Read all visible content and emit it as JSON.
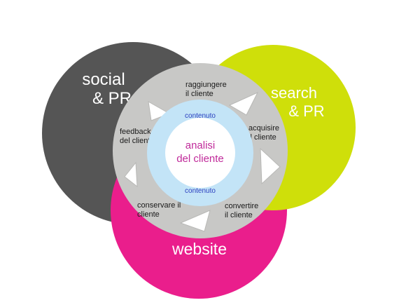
{
  "diagram": {
    "outer_circles": [
      {
        "id": "social-pr",
        "lines": [
          "social",
          "& PR"
        ],
        "color": "#555555",
        "text_color": "#ffffff"
      },
      {
        "id": "search-pr",
        "lines": [
          "search",
          "& PR"
        ],
        "color": "#cfdf0a",
        "text_color": "#ffffff"
      },
      {
        "id": "website",
        "lines": [
          "website"
        ],
        "color": "#ea1e8c",
        "text_color": "#ffffff"
      }
    ],
    "ring": {
      "color": "#c8c8c6",
      "steps": [
        {
          "id": "raggiungere",
          "lines": [
            "raggiungere",
            "il cliente"
          ]
        },
        {
          "id": "acquisire",
          "lines": [
            "acquisire",
            "il cliente"
          ]
        },
        {
          "id": "convertire",
          "lines": [
            "convertire",
            "il cliente"
          ]
        },
        {
          "id": "conservare",
          "lines": [
            "conservare il",
            "cliente"
          ]
        },
        {
          "id": "feedback",
          "lines": [
            "feedback",
            "del cliente"
          ]
        }
      ],
      "arrow_color": "#ffffff"
    },
    "content_ring": {
      "color": "#c3e4f7",
      "label_top": "contenuto",
      "label_bottom": "contenuto",
      "label_color": "#2b3fbf"
    },
    "center": {
      "lines": [
        "analisi",
        "del cliente"
      ],
      "color": "#ffffff",
      "text_color": "#c02a9a"
    }
  }
}
